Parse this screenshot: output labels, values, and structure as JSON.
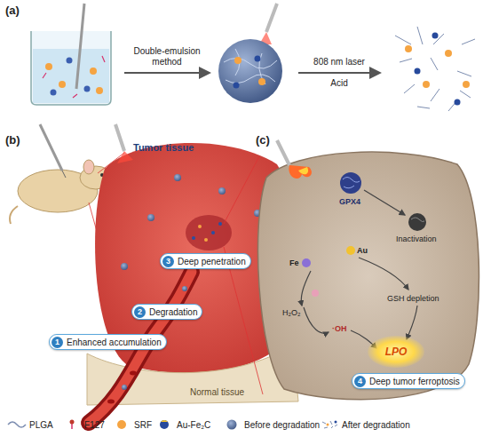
{
  "diagram": {
    "nodes": [
      {
        "text": [
          "1",
          "Enhanced accumulation"
        ]
      },
      {
        "text": [
          "2",
          "Degradation"
        ]
      },
      {
        "text": [
          "3",
          "Deep penetration"
        ]
      },
      {
        "text": [
          "LPO"
        ]
      },
      {
        "text": [
          "4",
          "Deep tumor ferroptosis"
        ]
      }
    ],
    "labels": [
      "(a)",
      "Double-emulsion method",
      "808 nm laser",
      "Acid",
      "(b)",
      "Tumor tissue",
      "Normal tissue",
      "(c)",
      "GPX4",
      "Inactivation",
      "GSH depletion",
      "Au",
      "Fe",
      "H₂O₂",
      "·OH"
    ],
    "legend": [
      {
        "text": "PLGA"
      },
      {
        "text": "F127"
      },
      {
        "text": "SRF",
        "color": "#f5a442"
      },
      {
        "text": "Au-Fe₂C"
      },
      {
        "text": "Before degradation"
      },
      {
        "text": "After degradation"
      }
    ]
  }
}
